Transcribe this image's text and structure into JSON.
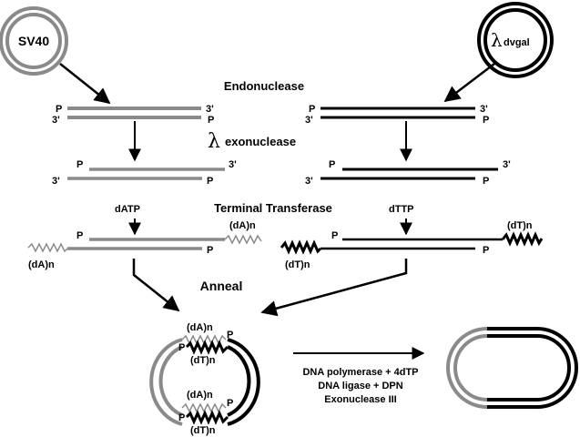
{
  "sources": {
    "left_plasmid": "SV40",
    "right_plasmid_symbol": "λ",
    "right_plasmid_name": "dvgal"
  },
  "steps": {
    "endonuclease": "Endonuclease",
    "exonuclease_symbol": "λ",
    "exonuclease": "exonuclease",
    "terminal_transferase": "Terminal Transferase",
    "left_nucleotide": "dATP",
    "right_nucleotide": "dTTP",
    "anneal": "Anneal",
    "final_line1": "DNA polymerase + 4dTP",
    "final_line2": "DNA ligase + DPN",
    "final_line3": "Exonuclease III"
  },
  "ends": {
    "phosphate": "P",
    "three_prime": "3'",
    "dA_tail": "(dA)n",
    "dT_tail": "(dT)n"
  },
  "colors": {
    "sv40_dna": "#8a8a8a",
    "lambda_dna": "#000000"
  }
}
